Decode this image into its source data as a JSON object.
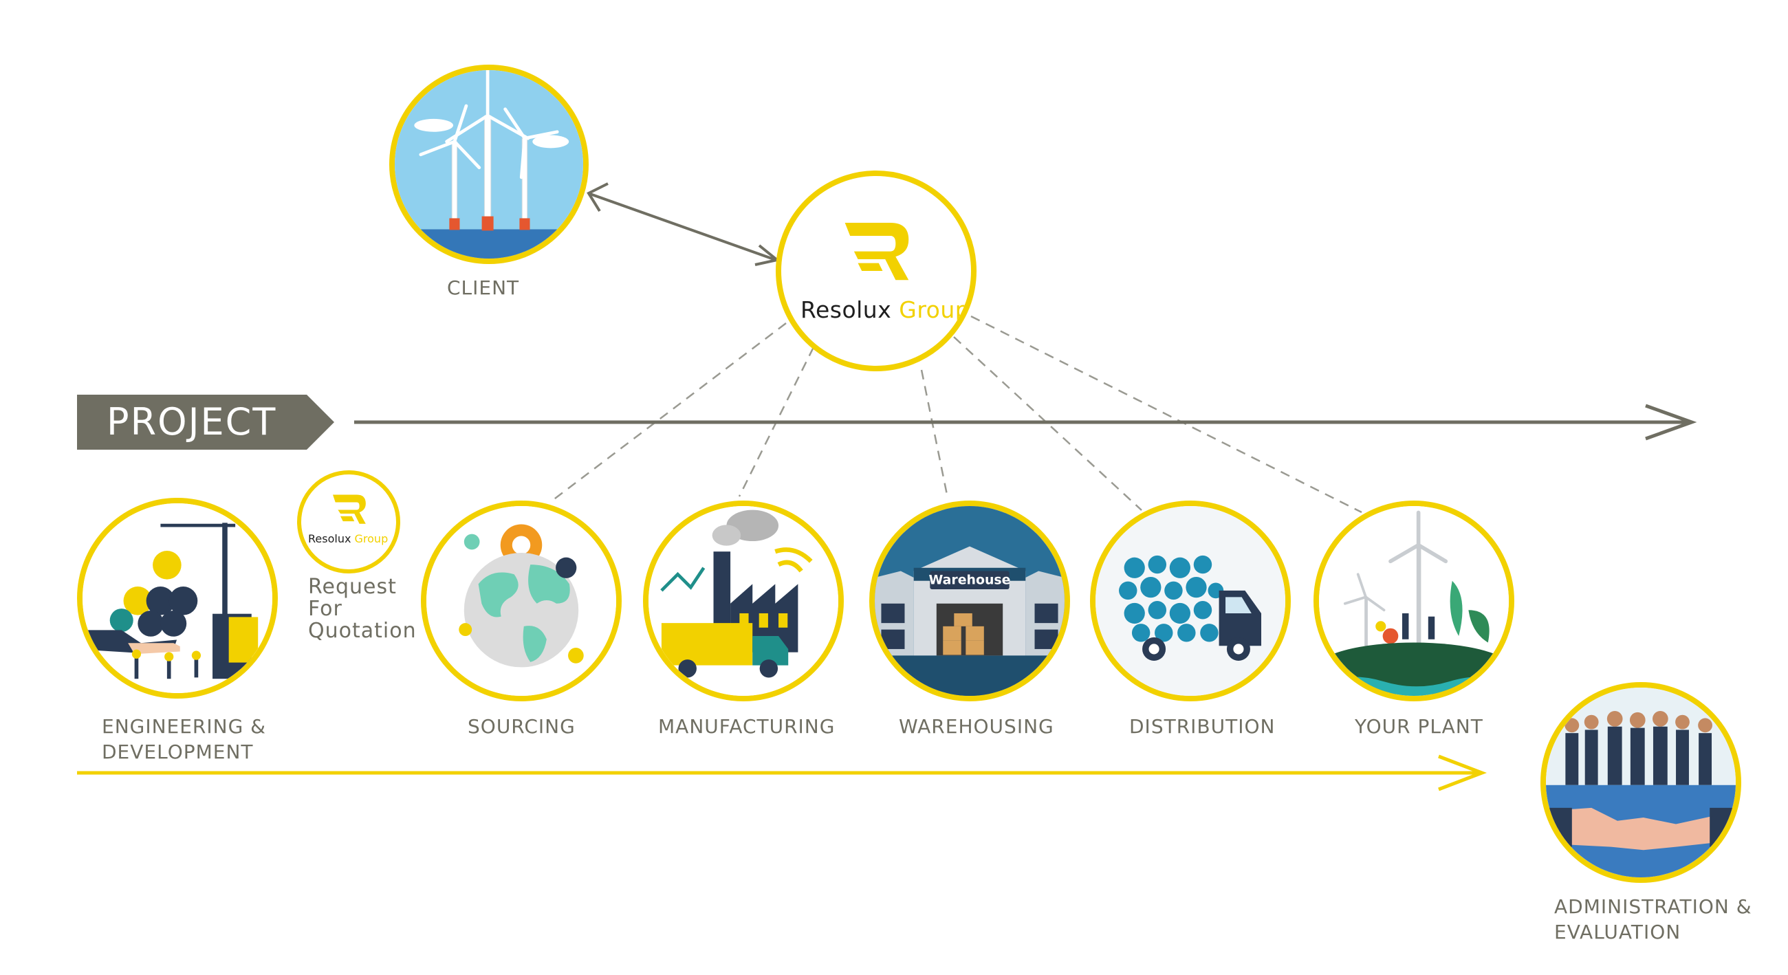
{
  "colors": {
    "accent": "#f2d100",
    "gray": "#6f6e62",
    "dark": "#1e1e1e"
  },
  "logo": {
    "name": "Resolux",
    "suffix": "Group"
  },
  "client": {
    "label": "CLIENT"
  },
  "project": {
    "label": "PROJECT"
  },
  "rfq": {
    "line1": "Request",
    "line2": "For",
    "line3": "Quotation"
  },
  "stages": {
    "engineering": {
      "line1": "ENGINEERING &",
      "line2": "DEVELOPMENT"
    },
    "sourcing": {
      "label": "SOURCING"
    },
    "manufacturing": {
      "label": "MANUFACTURING"
    },
    "warehousing": {
      "label": "WAREHOUSING",
      "sign": "Warehouse"
    },
    "distribution": {
      "label": "DISTRIBUTION"
    },
    "your_plant": {
      "label": "YOUR PLANT"
    }
  },
  "admin": {
    "line1": "ADMINISTRATION &",
    "line2": "EVALUATION"
  }
}
